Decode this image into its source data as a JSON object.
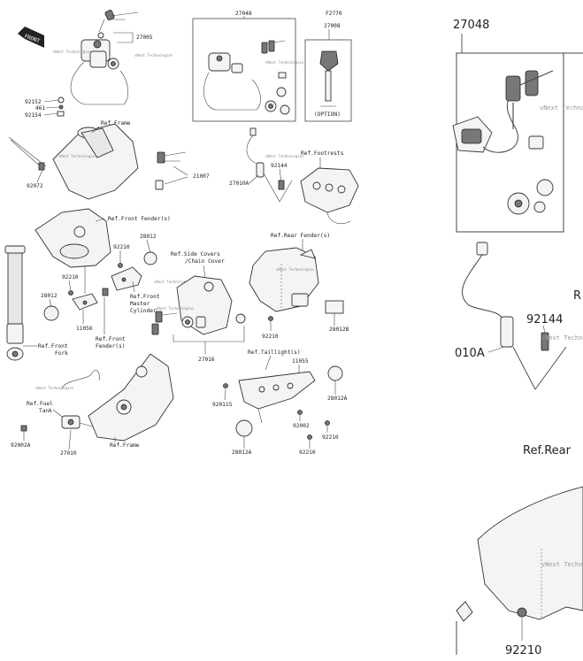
{
  "title": "Ignition Switch parts diagram",
  "front_badge": "FRONT",
  "labels": {
    "p27005": "27005",
    "p27048": "27048",
    "p27008_top": "F2770",
    "p27008": "27008",
    "option": "(OPTION)",
    "p92152": "92152",
    "p461": "461",
    "p92154": "92154",
    "ref_frame": "Ref.Frame",
    "p92072": "92072",
    "p21007": "21007",
    "ref_footrests": "Ref.Footrests",
    "p92144": "92144",
    "p27010a": "27010A",
    "ref_front_fender": "Ref.Front Fender(s)",
    "p28012_a": "28012",
    "p92210_a": "92210",
    "ref_side_covers": "Ref.Side Covers",
    "chain_cover": "/Chain Cover",
    "ref_rear_fender": "Ref.Rear Fender(s)",
    "p92210_b": "92210",
    "p28012_b": "28012",
    "ref_front_master": "Ref.Front",
    "master": "Master",
    "cylinder": "Cylinder",
    "p11056": "11056",
    "ref_front_fenders2": "Ref.Front",
    "fenders2": "Fender(s)",
    "ref_front_fork": "Ref.Front",
    "fork": "Fork",
    "p27016": "27016",
    "p92210_c": "92210",
    "p28012b": "28012B",
    "ref_taillight": "Ref.Taillight(s)",
    "p11055": "11055",
    "ref_fuel_tank": "Ref.Fuel",
    "tank": "Tank",
    "p920115": "920115",
    "p28012a_r": "28012A",
    "p92002a": "92002A",
    "p27010": "27010",
    "ref_frame2": "Ref.Frame",
    "p92002": "92002",
    "p92210_d": "92210",
    "p28012a_b": "28012A",
    "p92210_e": "92210",
    "zoom_27048": "27048",
    "zoom_92144": "92144",
    "zoom_010a": "010A",
    "zoom_ref_rear": "Ref.Rear",
    "zoom_92210": "92210",
    "zoom_r": "R",
    "watermark": "vNext Technologies"
  }
}
